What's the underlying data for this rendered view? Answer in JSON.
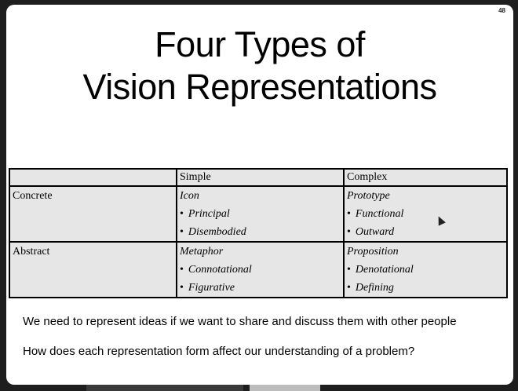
{
  "slide": {
    "page_number": "48",
    "title_line1": "Four Types of",
    "title_line2": "Vision Representations"
  },
  "table": {
    "header": [
      "",
      "Simple",
      "Complex"
    ],
    "rows": [
      {
        "label": "Concrete",
        "simple": {
          "name": "Icon",
          "items": [
            "Principal",
            "Disembodied"
          ]
        },
        "complex": {
          "name": "Prototype",
          "items": [
            "Functional",
            "Outward"
          ]
        }
      },
      {
        "label": "Abstract",
        "simple": {
          "name": "Metaphor",
          "items": [
            "Connotational",
            "Figurative"
          ]
        },
        "complex": {
          "name": "Proposition",
          "items": [
            "Denotational",
            "Defining"
          ]
        }
      }
    ],
    "bullet_char": "•"
  },
  "notes": [
    "We need to represent ideas if we want to share and discuss them with other people",
    "How does each representation form affect our understanding of a problem?"
  ]
}
